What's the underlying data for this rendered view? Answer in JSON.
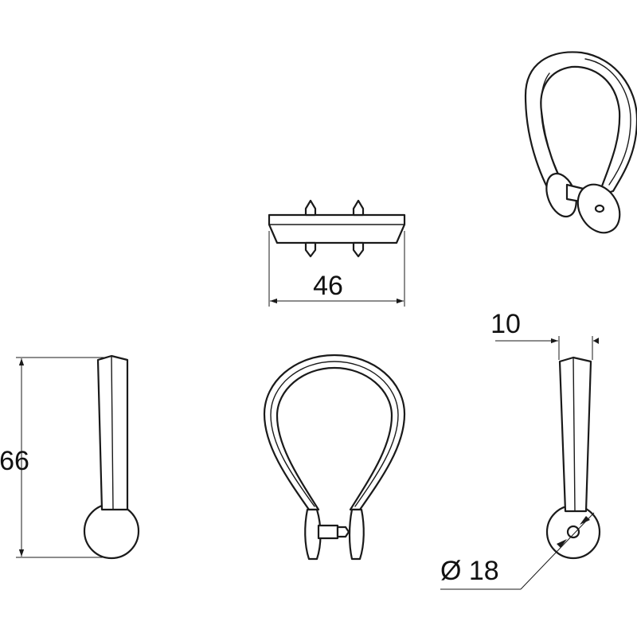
{
  "dimensions": {
    "width": "46",
    "height": "66",
    "thickness": "10",
    "diameter": "Ø 18"
  },
  "colors": {
    "line": "#1a1a1a",
    "background": "#ffffff"
  }
}
